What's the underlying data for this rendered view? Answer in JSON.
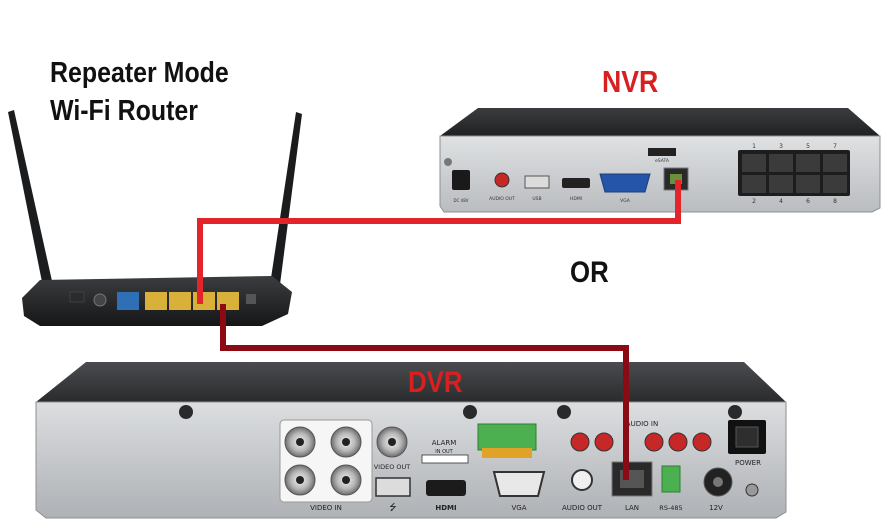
{
  "labels": {
    "router_line1": "Repeater Mode",
    "router_line2": "Wi-Fi Router",
    "nvr": "NVR",
    "or": "OR",
    "dvr": "DVR"
  },
  "nvr_panel": {
    "power": "DC 48V",
    "audio": "AUDIO OUT",
    "usb": "USB",
    "hdmi": "HDMI",
    "vga": "VGA",
    "esata": "eSATA",
    "poe_top": [
      "1",
      "3",
      "5",
      "7"
    ],
    "poe_bottom": [
      "2",
      "4",
      "6",
      "8"
    ]
  },
  "dvr_panel": {
    "video_in": "VIDEO IN",
    "video_out": "VIDEO OUT",
    "alarm": "ALARM",
    "alarm_sub": "IN  OUT",
    "hdmi": "HDMI",
    "vga": "VGA",
    "audio_out": "AUDIO OUT",
    "audio_in": "AUDIO IN",
    "lan": "LAN",
    "rs485": "RS-485",
    "power_12v": "12V",
    "power": "POWER"
  },
  "colors": {
    "cable_nvr": "#e3242b",
    "cable_dvr": "#8b0a14",
    "label_red": "#d7201f"
  }
}
